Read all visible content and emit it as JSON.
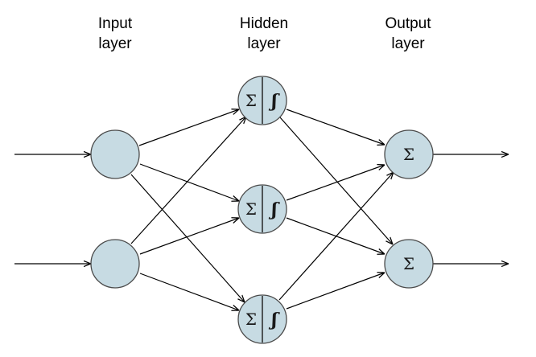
{
  "layers": [
    {
      "key": "input",
      "label_line1": "Input",
      "label_line2": "layer"
    },
    {
      "key": "hidden",
      "label_line1": "Hidden",
      "label_line2": "layer"
    },
    {
      "key": "output",
      "label_line1": "Output",
      "label_line2": "layer"
    }
  ],
  "symbols": {
    "sum": "Σ",
    "activation": "ʃ"
  },
  "colors": {
    "node_fill": "#c7dbe3",
    "node_stroke": "#4a4a4a",
    "edge": "#000000"
  }
}
